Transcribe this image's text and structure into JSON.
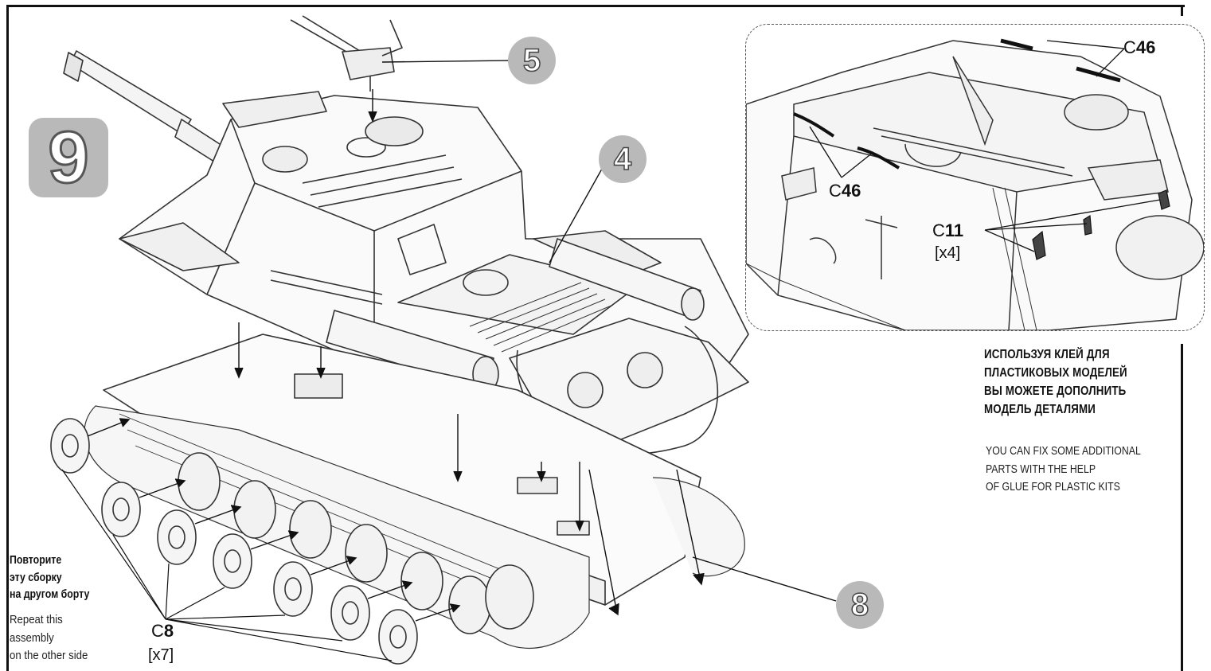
{
  "step": {
    "number": "9"
  },
  "callouts": {
    "c5": "5",
    "c4": "4",
    "c8": "8"
  },
  "inset": {
    "label_top": {
      "prefix": "C",
      "num": "46"
    },
    "label_left": {
      "prefix": "C",
      "num": "46"
    },
    "label_c11": {
      "prefix": "C",
      "num": "11"
    },
    "qty_c11": "[x4]"
  },
  "wheels": {
    "prefix": "C",
    "num": "8",
    "qty": "[x7]"
  },
  "notes": {
    "ru_lines": [
      "ИСПОЛЬЗУЯ КЛЕЙ ДЛЯ",
      "ПЛАСТИКОВЫХ МОДЕЛЕЙ",
      "ВЫ МОЖЕТЕ ДОПОЛНИТЬ",
      "МОДЕЛЬ ДЕТАЛЯМИ"
    ],
    "en_lines": [
      "YOU CAN FIX SOME ADDITIONAL",
      "PARTS WITH THE HELP",
      "OF GLUE FOR PLASTIC KITS"
    ]
  },
  "repeat": {
    "ru_lines": [
      "Повторите",
      "эту сборку",
      "на другом борту"
    ],
    "en_lines": [
      "Repeat this",
      "assembly",
      "on the other side"
    ]
  },
  "colors": {
    "badge_gray": "#b9b9b9",
    "line": "#111111",
    "art": "#333333"
  }
}
